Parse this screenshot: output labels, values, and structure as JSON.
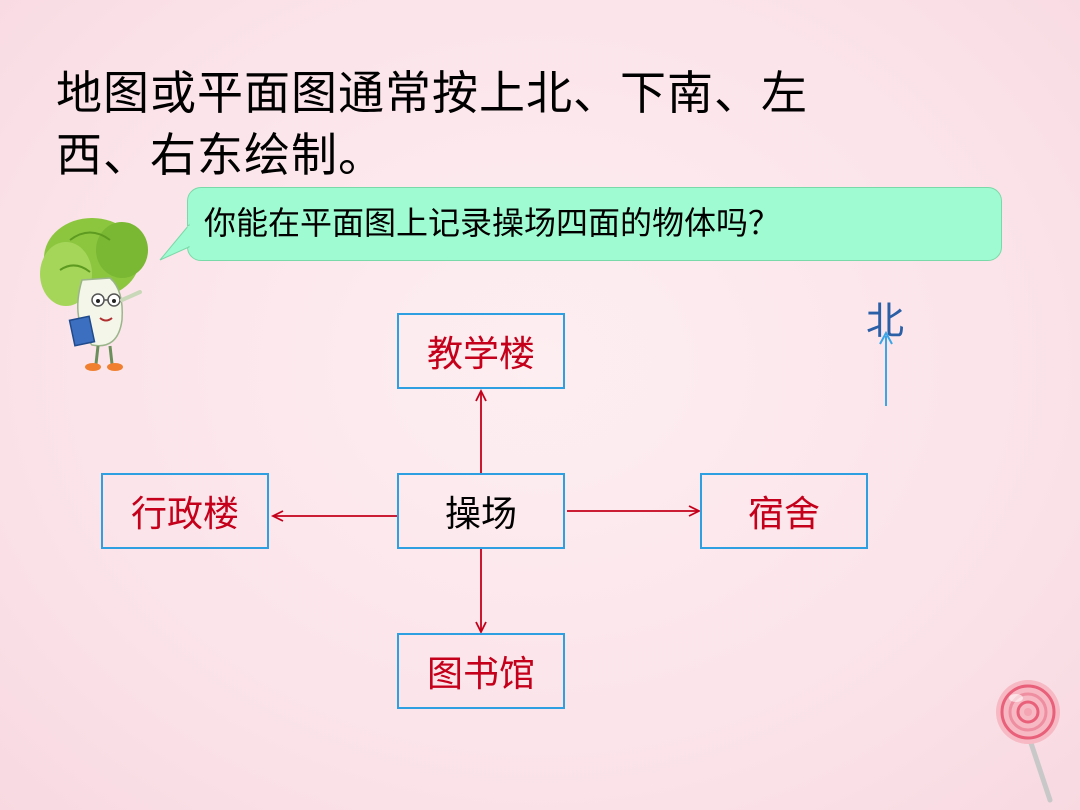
{
  "heading": {
    "line1": "地图或平面图通常按上北、下南、左",
    "line2": "西、右东绘制。"
  },
  "speech_bubble": {
    "text": "你能在平面图上记录操场四面的物体吗？"
  },
  "compass": {
    "label": "北",
    "color": "#2b5fa6"
  },
  "diagram": {
    "center": "操场",
    "north": "教学楼",
    "south": "图书馆",
    "west": "行政楼",
    "east": "宿舍"
  },
  "colors": {
    "node_border": "#2e9fe0",
    "place_text": "#c4001a",
    "arrow": "#c4001a",
    "bubble_fill": "#9ffbd2"
  }
}
